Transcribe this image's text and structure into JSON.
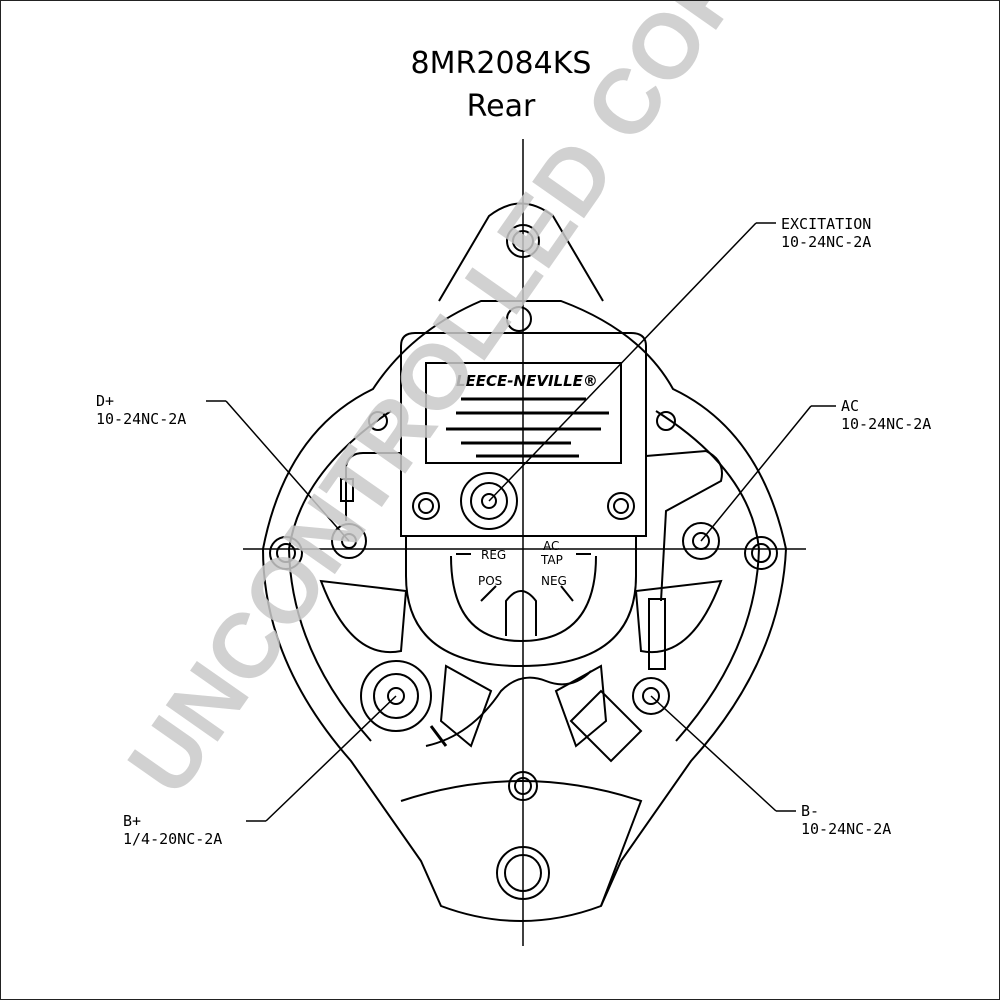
{
  "title": {
    "model": "8MR2084KS",
    "view": "Rear"
  },
  "regulator": {
    "brand": "LEECE-NEVILLE®",
    "reg_label": "REG",
    "ac_label": "AC",
    "tap_label": "TAP",
    "pos_label": "POS",
    "neg_label": "NEG"
  },
  "terminals": [
    {
      "name": "EXCITATION",
      "thread": "10-24NC-2A"
    },
    {
      "name": "D+",
      "thread": "10-24NC-2A"
    },
    {
      "name": "AC",
      "thread": "10-24NC-2A"
    },
    {
      "name": "B+",
      "thread": "1/4-20NC-2A"
    },
    {
      "name": "B-",
      "thread": "10-24NC-2A"
    }
  ],
  "watermark": "UNCONTROLLED COPY"
}
